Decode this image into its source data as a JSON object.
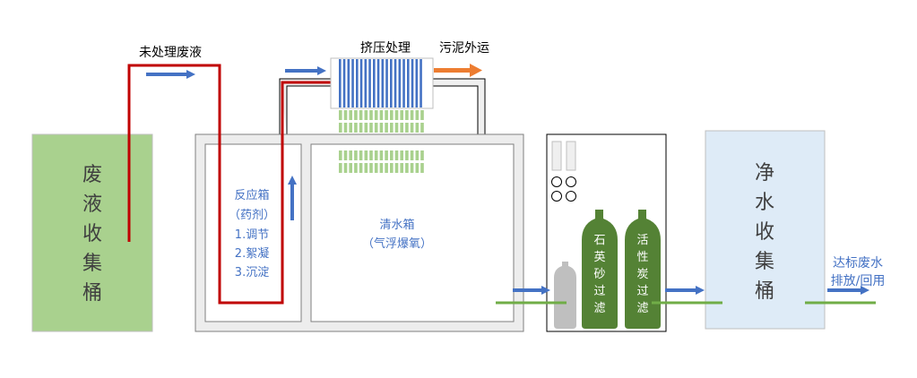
{
  "title": "废液处理工艺流程示意图",
  "colors": {
    "pipe_red": "#c00000",
    "flow_blue": "#4472c4",
    "sludge_orange": "#ed7d31",
    "outlet_green": "#70ad47",
    "waste_bucket": "#a9d18e",
    "clean_bucket": "#deebf7",
    "tank_frame": "#ededed",
    "filter_green": "#548235",
    "filter_grey": "#bfbfbf"
  },
  "waste_bucket": {
    "label_chars": [
      "废",
      "液",
      "收",
      "集",
      "桶"
    ]
  },
  "untreated_label": "未处理废液",
  "press": {
    "label": "挤压处理",
    "stripe_count": 20
  },
  "sludge_label": "污泥外运",
  "reaction_tank": {
    "lines": [
      "反应箱",
      "（药剂）",
      "1.调节",
      "2.絮凝",
      "3.沉淀"
    ]
  },
  "clear_tank": {
    "lines": [
      "清水箱",
      "（气浮爆氧）"
    ]
  },
  "filter_cabinet": {
    "quartz": {
      "chars": [
        "石",
        "英",
        "砂",
        "过",
        "滤"
      ]
    },
    "carbon": {
      "chars": [
        "活",
        "性",
        "炭",
        "过",
        "滤"
      ]
    }
  },
  "clean_bucket": {
    "label_chars": [
      "净",
      "水",
      "收",
      "集",
      "桶"
    ]
  },
  "discharge_label": [
    "达标废水",
    "排放/回用"
  ]
}
